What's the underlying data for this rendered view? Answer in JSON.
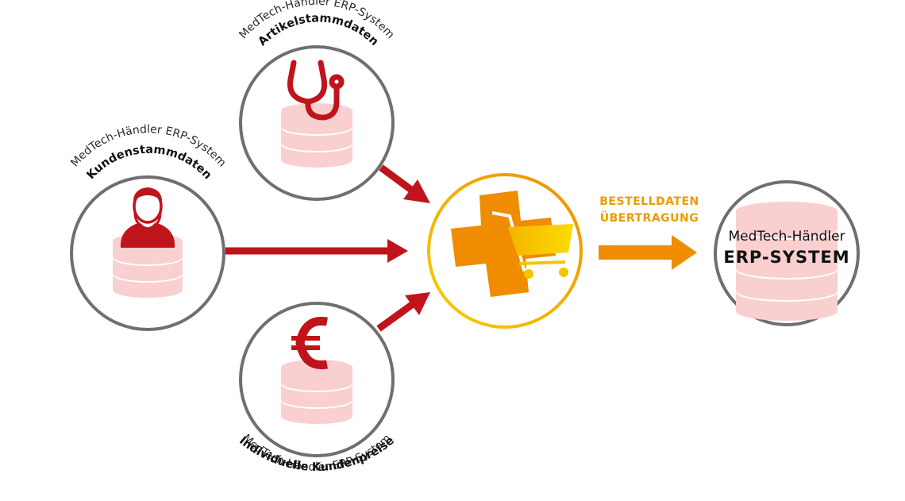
{
  "nodes": {
    "artikel": {
      "system_label": "MedTech-Händler ERP-System",
      "data_label": "Artikelstammdaten",
      "icon": "stethoscope-icon"
    },
    "kunden": {
      "system_label": "MedTech-Händler ERP-System",
      "data_label": "Kundenstammdaten",
      "icon": "person-icon"
    },
    "preise": {
      "system_label": "MedTech-Händler ERP-System",
      "data_label": "Individuelle Kundenpreise",
      "icon": "euro-icon"
    },
    "shop": {
      "icon": "pharmacy-cross-cart-icon"
    },
    "erp": {
      "line1": "MedTech-Händler",
      "line2": "ERP-SYSTEM",
      "icon": "database-icon"
    }
  },
  "flow": {
    "line1": "BESTELLDATEN",
    "line2": "ÜBERTRAGUNG"
  },
  "colors": {
    "ring": "#6f6f6f",
    "database": "#f9cfd0",
    "red": "#c0141c",
    "orange": "#ef8c00",
    "yellow": "#f5c400",
    "flow_text": "#ec9a00"
  }
}
